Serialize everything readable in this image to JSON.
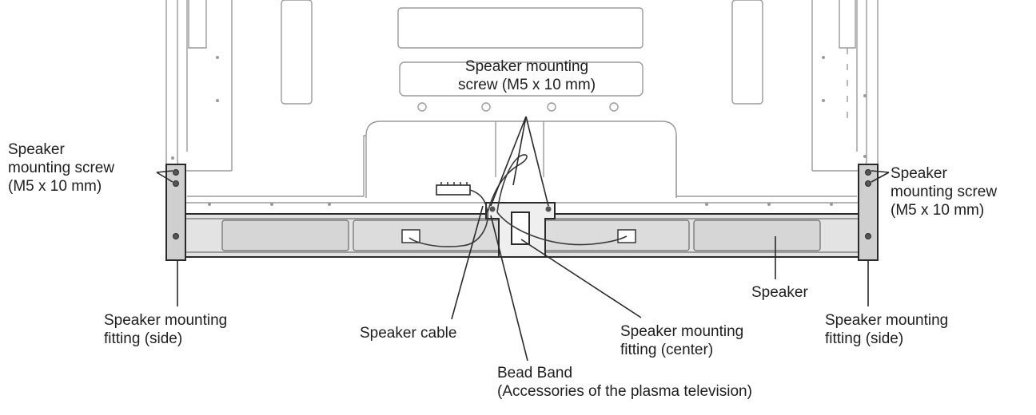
{
  "labels": {
    "screw_top": [
      "Speaker mounting",
      "screw (M5 x 10 mm)"
    ],
    "screw_left": [
      "Speaker",
      "mounting screw",
      "(M5 x 10 mm)"
    ],
    "screw_right": [
      "Speaker",
      "mounting screw",
      "(M5 x 10 mm)"
    ],
    "fitting_side_left": [
      "Speaker mounting",
      "fitting (side)"
    ],
    "speaker_cable": "Speaker cable",
    "fitting_center": [
      "Speaker mounting",
      "fitting (center)"
    ],
    "speaker": "Speaker",
    "fitting_side_right": [
      "Speaker mounting",
      "fitting (side)"
    ],
    "bead_band": [
      "Bead Band",
      "(Accessories of the plasma television)"
    ]
  },
  "colors": {
    "line": "#2a2a2a",
    "tv_outline": "#9a9a9a",
    "speaker_fill": "#e3e3e3",
    "panel_fill": "#d6d6d6",
    "text": "#1e1e1e"
  }
}
